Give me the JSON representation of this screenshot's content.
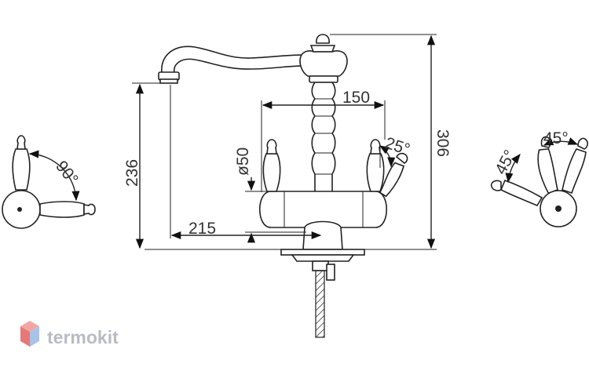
{
  "dimensions": {
    "overall_height": "306",
    "spout_height": "236",
    "handle_spacing": "150",
    "diameter": "ø50",
    "spout_reach": "215",
    "handle_tilt": "25°"
  },
  "rotations": {
    "left_handle": "90°",
    "right_first": "45°",
    "right_second": "45°"
  },
  "brand": {
    "name": "termokit",
    "colors": {
      "logo_top": "#f2a5a5",
      "logo_left": "#e87878",
      "logo_right": "#a9c3e8",
      "text": "#b8bcc2"
    }
  }
}
